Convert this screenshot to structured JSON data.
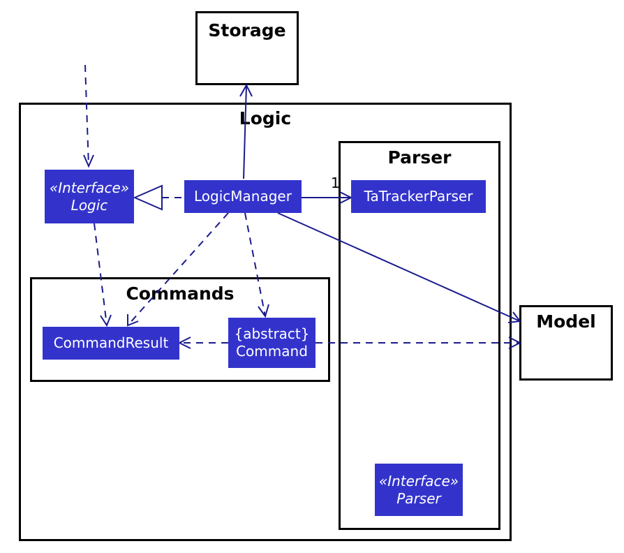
{
  "packages": {
    "storage": "Storage",
    "logic": "Logic",
    "parser": "Parser",
    "commands": "Commands",
    "model": "Model"
  },
  "classes": {
    "logic_interface": {
      "stereotype": "«Interface»",
      "name": "Logic"
    },
    "logic_manager": {
      "name": "LogicManager"
    },
    "tatracker_parser": {
      "name": "TaTrackerParser"
    },
    "command_result": {
      "name": "CommandResult"
    },
    "command": {
      "stereotype": "{abstract}",
      "name": "Command"
    },
    "parser_interface": {
      "stereotype": "«Interface»",
      "name": "Parser"
    }
  },
  "multiplicity": {
    "parser_assoc": "1"
  },
  "colors": {
    "class_fill": "#3333cc",
    "arrow": "#1a1a8c",
    "frame": "#000000"
  }
}
